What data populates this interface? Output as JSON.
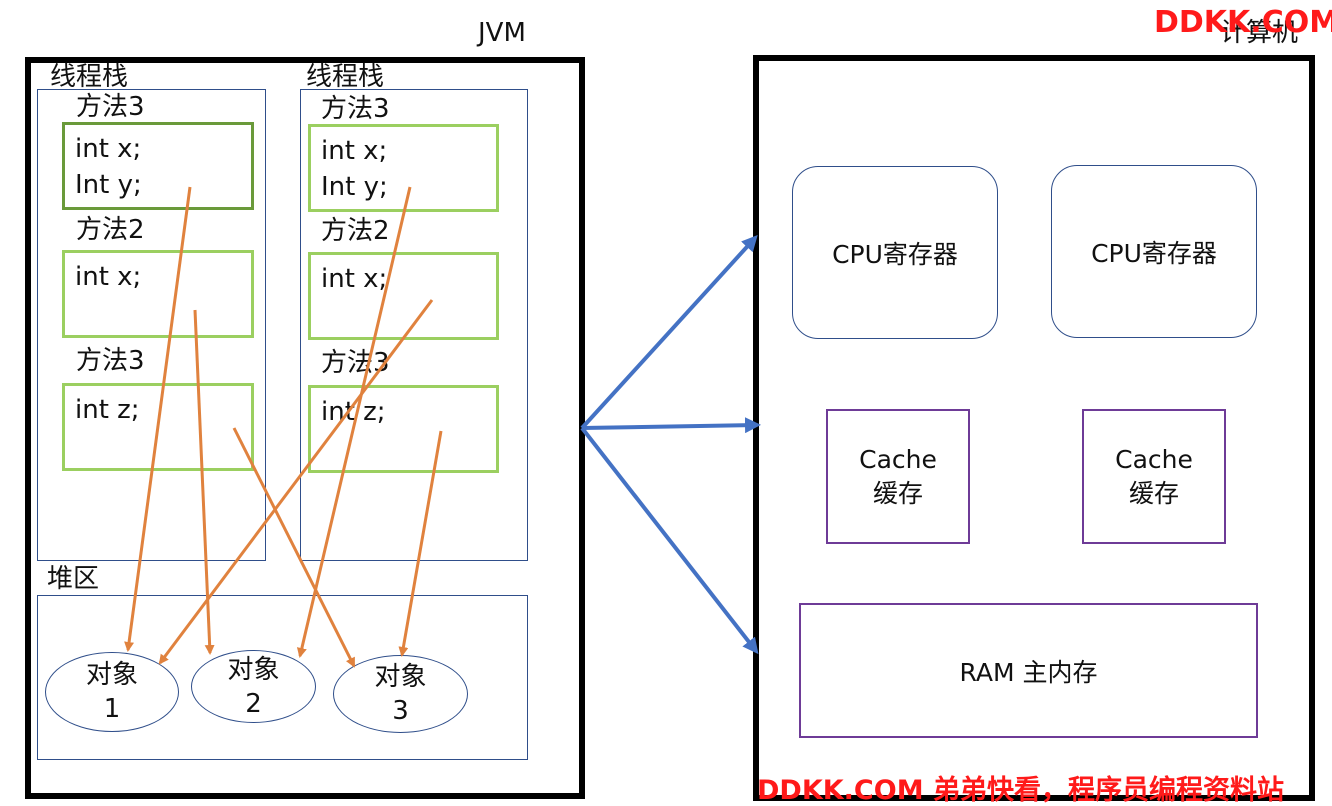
{
  "jvm": {
    "title": "JVM",
    "stack_label": "线程栈",
    "heap_label": "堆区",
    "left_stack": {
      "frames": [
        {
          "label": "方法3",
          "lines": [
            "int x;",
            "Int y;"
          ]
        },
        {
          "label": "方法2",
          "lines": [
            "int x;"
          ]
        },
        {
          "label": "方法3",
          "lines": [
            "int z;"
          ]
        }
      ]
    },
    "right_stack": {
      "frames": [
        {
          "label": "方法3",
          "lines": [
            "int x;",
            "Int y;"
          ]
        },
        {
          "label": "方法2",
          "lines": [
            "int x;"
          ]
        },
        {
          "label": "方法3",
          "lines": [
            "int z;"
          ]
        }
      ]
    },
    "objects": [
      {
        "label": "对象",
        "num": "1"
      },
      {
        "label": "对象",
        "num": "2"
      },
      {
        "label": "对象",
        "num": "3"
      }
    ]
  },
  "computer": {
    "title": "计算机",
    "registers": [
      "CPU寄存器",
      "CPU寄存器"
    ],
    "caches": [
      {
        "line1": "Cache",
        "line2": "缓存"
      },
      {
        "line1": "Cache",
        "line2": "缓存"
      }
    ],
    "ram": "RAM 主内存"
  },
  "watermark": {
    "top": "DDKK.COM",
    "bottom": "DDKK.COM 弟弟快看，程序员编程资料站",
    "color": "#ff1a1a"
  },
  "colors": {
    "reference_arrow": "#e0823e",
    "mapping_arrow": "#4472c4",
    "frame_green": "#9bcf60",
    "cache_purple": "#6e3b97"
  }
}
